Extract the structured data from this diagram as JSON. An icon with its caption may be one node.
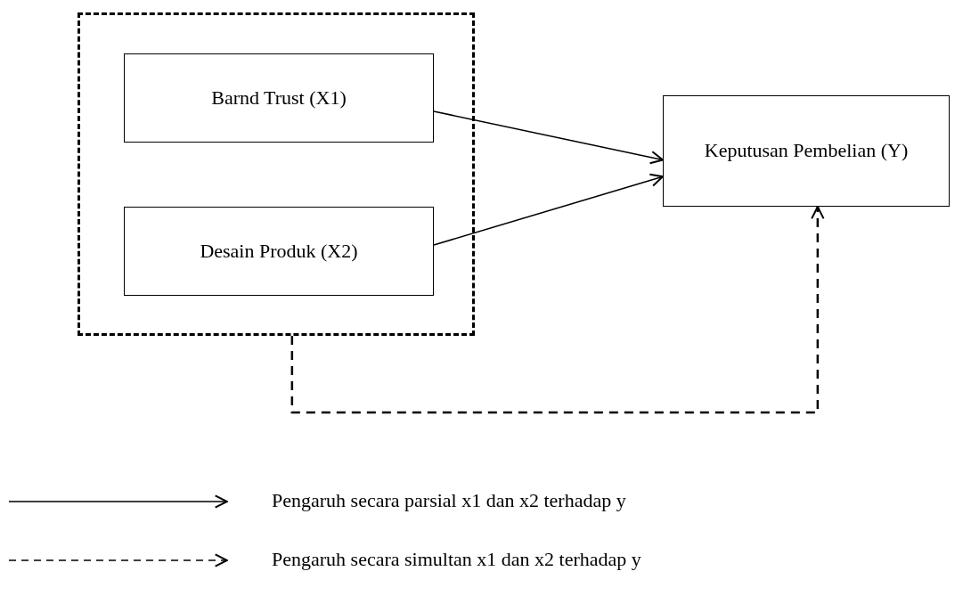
{
  "diagram": {
    "nodes": [
      {
        "text": [],
        "shape": "box"
      },
      {
        "text": [
          "Barnd Trust (X1)"
        ],
        "in": 0
      },
      {
        "text": [
          "Desain Produk (X2)"
        ],
        "in": 0
      },
      {
        "text": [
          "Keputusan Pembelian (Y)"
        ]
      }
    ],
    "edges": [
      {
        "from": 1,
        "to": 3,
        "arrow": "to"
      },
      {
        "from": 2,
        "to": 3,
        "arrow": "to"
      },
      {
        "from": 0,
        "to": 3,
        "arrow": "to",
        "style": "dashed"
      }
    ],
    "legend": [
      {
        "text": "Pengaruh secara parsial x1 dan x2 terhadap y"
      },
      {
        "text": "Pengaruh secara simultan x1 dan x2 terhadap y"
      }
    ]
  }
}
